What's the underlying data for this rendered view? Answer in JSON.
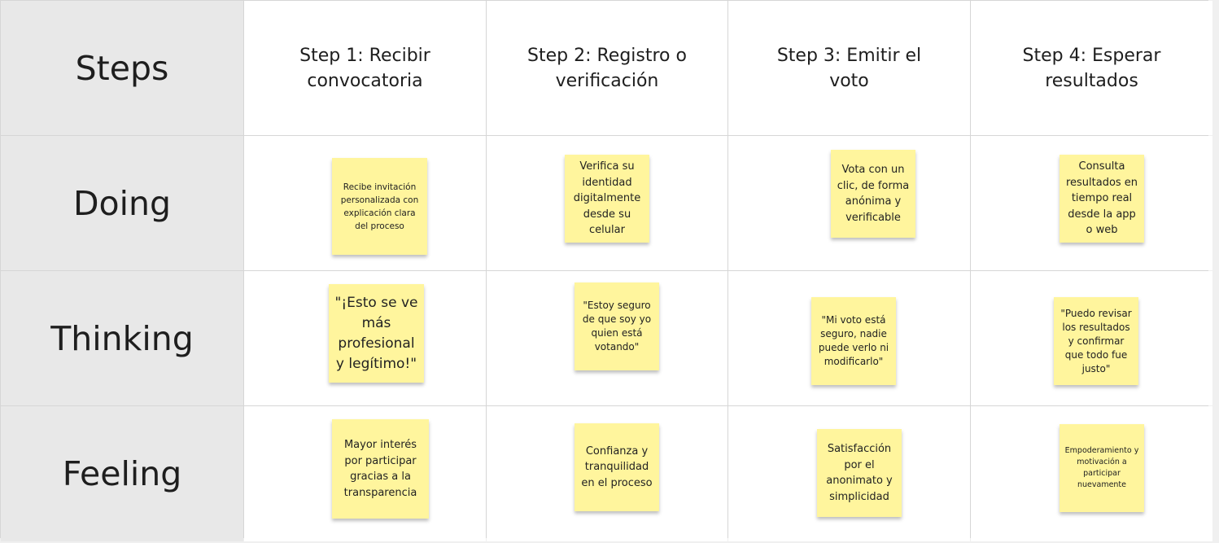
{
  "row_headers": [
    "Steps",
    "Doing",
    "Thinking",
    "Feeling"
  ],
  "steps": [
    "Step 1: Recibir convocatoria",
    "Step 2: Registro o verificación",
    "Step 3: Emitir el voto",
    "Step 4: Esperar resultados"
  ],
  "doing": [
    "Recibe invitación personalizada con explicación clara del proceso",
    "Verifica su identidad digitalmente desde su celular",
    "Vota con un clic, de forma anónima y verificable",
    "Consulta resultados en tiempo real desde la app o web"
  ],
  "thinking": [
    "\"¡Esto se ve más profesional y legítimo!\"",
    "\"Estoy seguro de que soy yo quien está votando\"",
    "\"Mi voto está seguro, nadie puede verlo ni modificarlo\"",
    "\"Puedo revisar los resultados y confirmar que todo fue justo\""
  ],
  "feeling": [
    "Mayor interés por participar gracias a la transparencia",
    "Confianza y tranquilidad en el proceso",
    "Satisfacción por el anonimato y simplicidad",
    "Empoderamiento y motivación a participar nuevamente"
  ],
  "colors": {
    "sticky": "#fff59d",
    "row_header_bg": "#e8e8e8",
    "grid_line": "#d6d6d6"
  }
}
